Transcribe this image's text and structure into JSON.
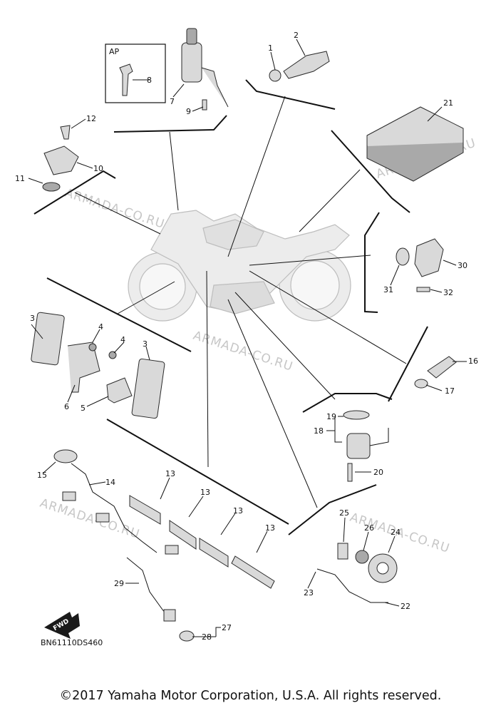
{
  "diagram_code": "BN61110DS460",
  "inset_label": "AP",
  "fwd_label": "FWD",
  "watermark": "ARMADA-CO.RU",
  "copyright": "©2017 Yamaha Motor Corporation, U.S.A. All rights reserved.",
  "callouts": [
    "1",
    "2",
    "3",
    "3",
    "4",
    "4",
    "5",
    "6",
    "7",
    "8",
    "9",
    "10",
    "11",
    "12",
    "13",
    "13",
    "13",
    "13",
    "14",
    "15",
    "16",
    "17",
    "18",
    "19",
    "20",
    "21",
    "22",
    "23",
    "24",
    "25",
    "26",
    "27",
    "28",
    "29",
    "30",
    "31",
    "32"
  ]
}
